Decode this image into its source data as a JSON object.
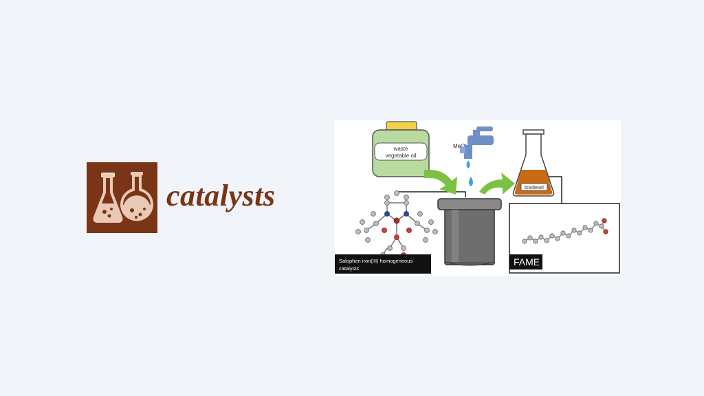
{
  "logo": {
    "icon": "flasks-icon",
    "text": "catalysts",
    "color": "#7a3517"
  },
  "figure": {
    "oil_label_line1": "waste",
    "oil_label_line2": "vegetable oil",
    "meoh_label": "MeOH",
    "biodiesel_label": "biodiesel",
    "catalyst_label_line1": "Salophen iron(III) homogeneous",
    "catalyst_label_line2": "catalysts",
    "fame_label": "FAME",
    "colors": {
      "oil_bottle": "#b9dba0",
      "bottle_cap": "#f2d24a",
      "tap": "#6f8fc7",
      "water": "#3aa3e3",
      "arrow": "#7cc242",
      "biodiesel": "#c86a16",
      "reactor": "#6e6e6e"
    }
  }
}
